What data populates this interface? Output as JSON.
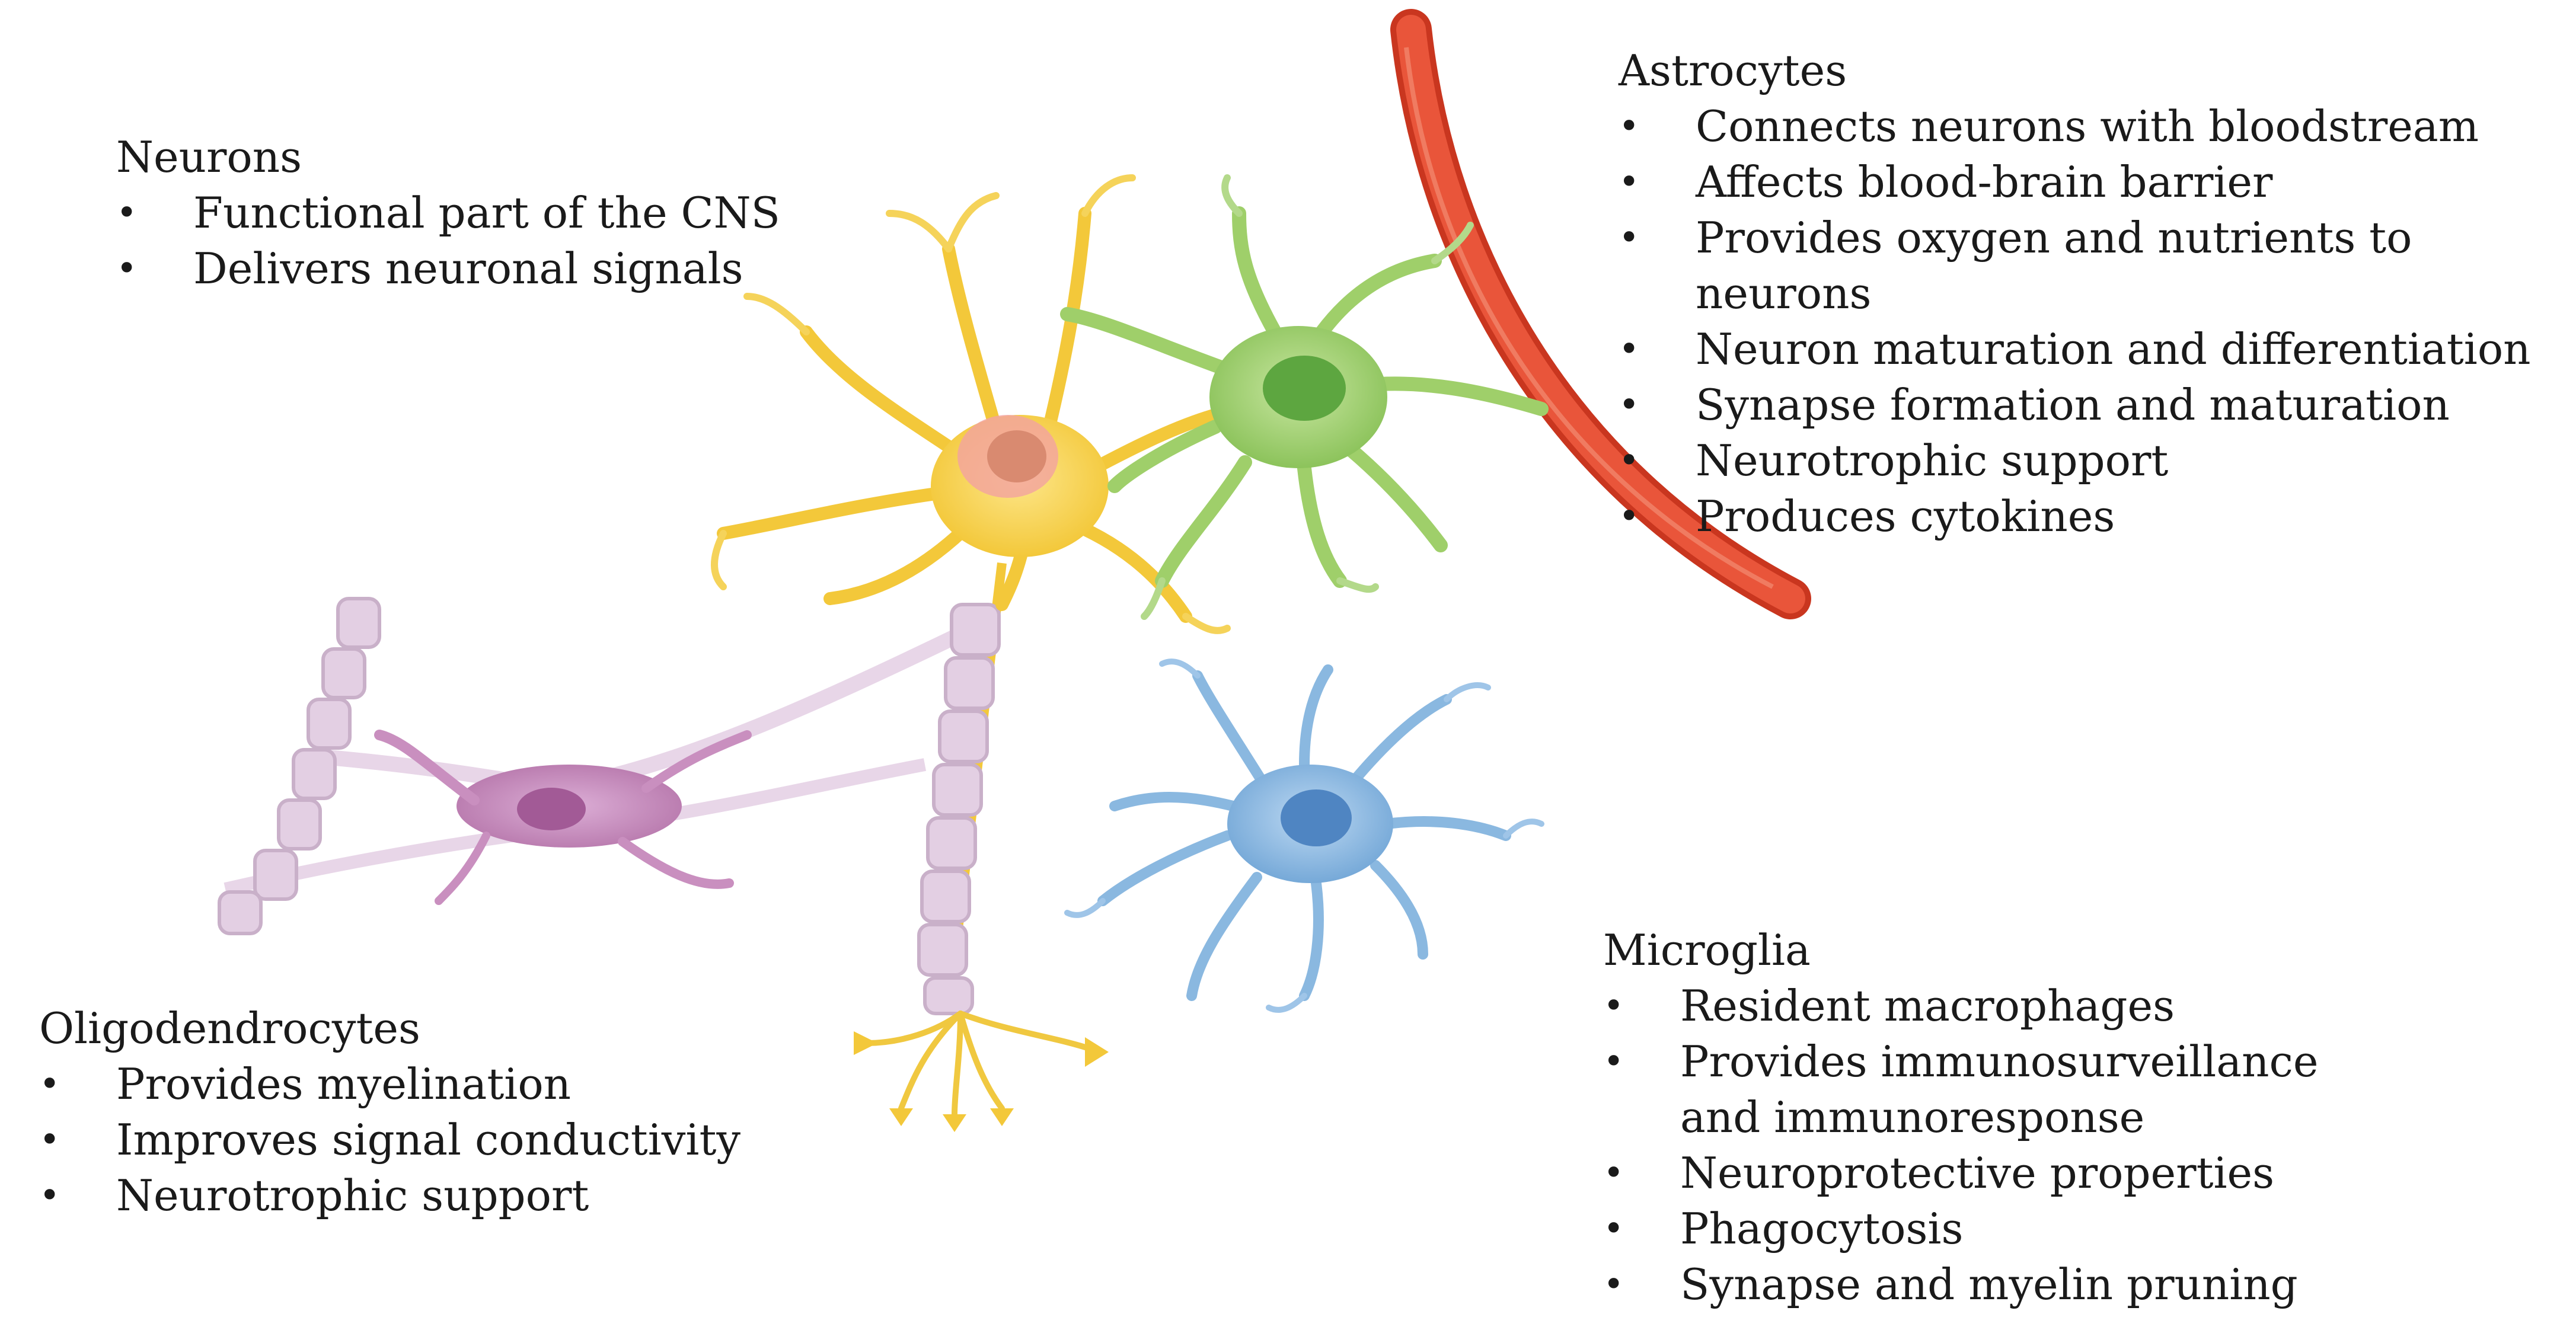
{
  "neurons": {
    "title": "Neurons",
    "items": [
      "Functional part of the CNS",
      "Delivers neuronal signals"
    ]
  },
  "astrocytes": {
    "title": "Astrocytes",
    "items": [
      "Connects neurons with bloodstream",
      "Affects blood-brain barrier",
      "Provides oxygen and nutrients to neurons",
      "Neuron maturation and differentiation",
      "Synapse formation and maturation",
      "Neurotrophic support",
      "Produces cytokines"
    ]
  },
  "oligodendrocytes": {
    "title": "Oligodendrocytes",
    "items": [
      "Provides myelination",
      "Improves signal conductivity",
      "Neurotrophic support"
    ]
  },
  "microglia": {
    "title": "Microglia",
    "items": [
      "Resident macrophages",
      "Provides immunosurveillance",
      "and immunoresponse",
      "Neuroprotective properties",
      "Phagocytosis",
      "Synapse and myelin pruning"
    ]
  },
  "colors": {
    "neuron": "#f7d44c",
    "astrocyte": "#9fcf6a",
    "oligodendrocyte": "#c98fbf",
    "microglia": "#8ab8e0",
    "blood_vessel": "#e0442a",
    "myelin": "#e3cfe3"
  }
}
